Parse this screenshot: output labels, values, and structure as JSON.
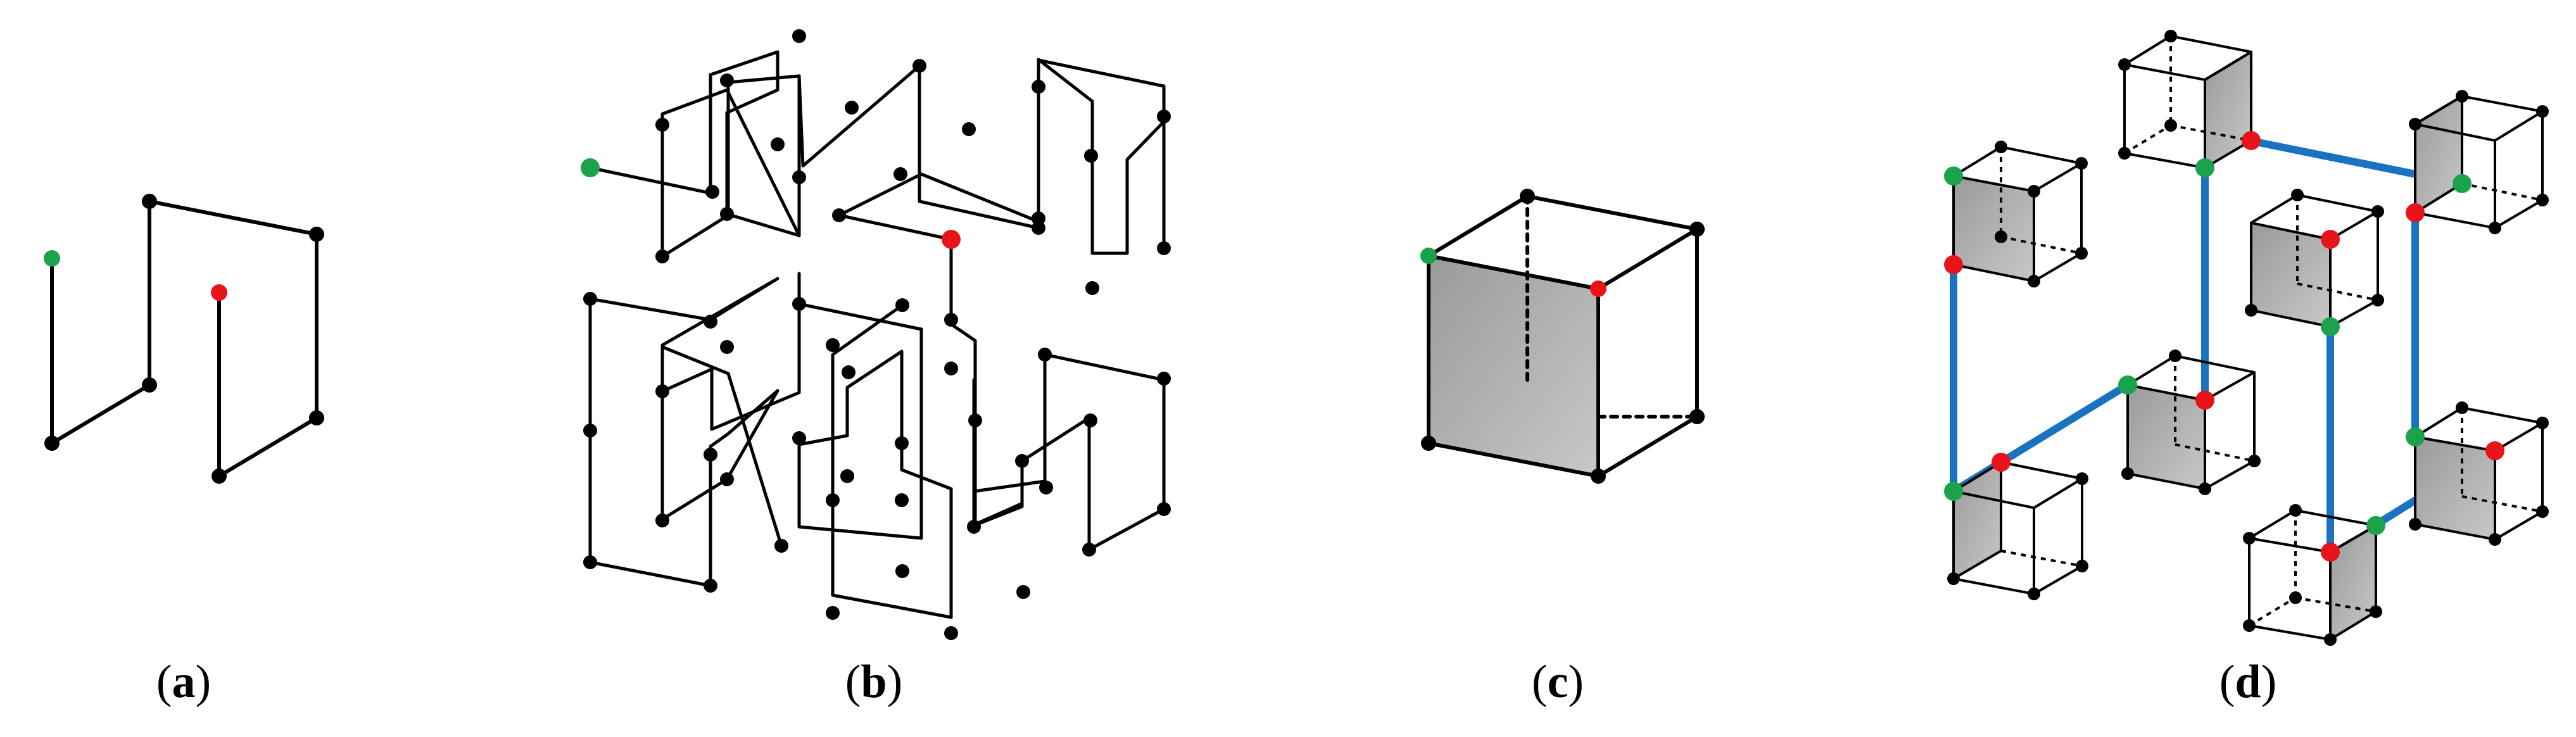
{
  "captions": {
    "a": "a",
    "b": "b",
    "c": "c",
    "d": "d"
  },
  "colors": {
    "line": "#000000",
    "node": "#000000",
    "start": "#1aa34a",
    "end": "#e8141a",
    "connector": "#1a73c0",
    "face": "#b4b4b4"
  },
  "panels": [
    {
      "id": "a",
      "description_icon": "hilbert-curve-2d-icon"
    },
    {
      "id": "b",
      "description_icon": "hilbert-curve-3d-icon"
    },
    {
      "id": "c",
      "description_icon": "cube-icon"
    },
    {
      "id": "d",
      "description_icon": "connected-cubes-icon"
    }
  ]
}
